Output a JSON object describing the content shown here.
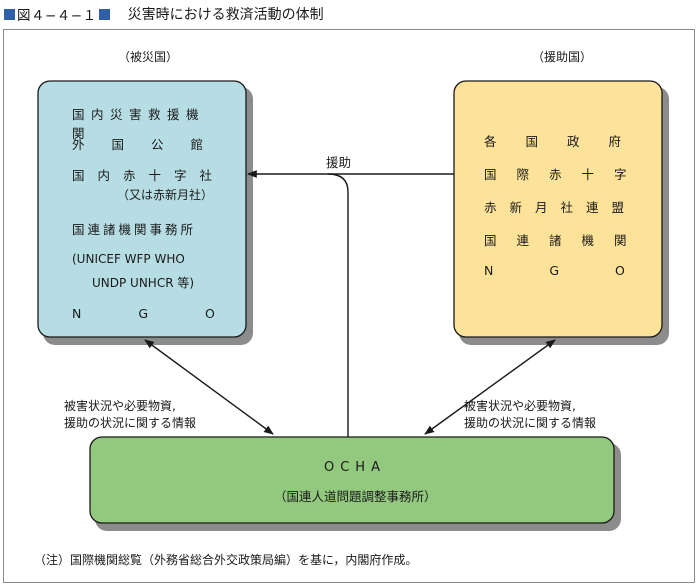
{
  "figure": {
    "label": "図４−４−１",
    "title": "災害時における救済活動の体制"
  },
  "affected": {
    "heading": "（被災国）",
    "items": {
      "domestic_agencies": "国内災害救援機関",
      "foreign_missions": "外国公館",
      "red_cross": "国内赤十字社",
      "red_crescent": "（又は赤新月社）",
      "un_agencies": "国連諸機関事務所",
      "un_examples_1": "(UNICEF WFP WHO",
      "un_examples_2": "UNDP UNHCR 等)",
      "ngo": "NGO"
    }
  },
  "donor": {
    "heading": "（援助国）",
    "items": {
      "governments": "各国政府",
      "red_cross": "国際赤十字",
      "red_crescent_league": "赤新月社連盟",
      "un_agencies": "国連諸機関",
      "ngo": "NGO"
    }
  },
  "aid_label": "援助",
  "info_left_1": "被害状況や必要物資,",
  "info_left_2": "援助の状況に関する情報",
  "info_right_1": "被害状況や必要物資,",
  "info_right_2": "援助の状況に関する情報",
  "ocha": {
    "name": "OCHA",
    "full": "（国連人道問題調整事務所）"
  },
  "note": "（注）国際機関総覧（外務省総合外交政策局編）を基に，内閣府作成。",
  "colors": {
    "affected_fill": "#b7dde4",
    "donor_fill": "#fde29a",
    "ocha_fill": "#93c97f",
    "shadow": "#8c8c8c",
    "title_square": "#2f5fa8"
  }
}
